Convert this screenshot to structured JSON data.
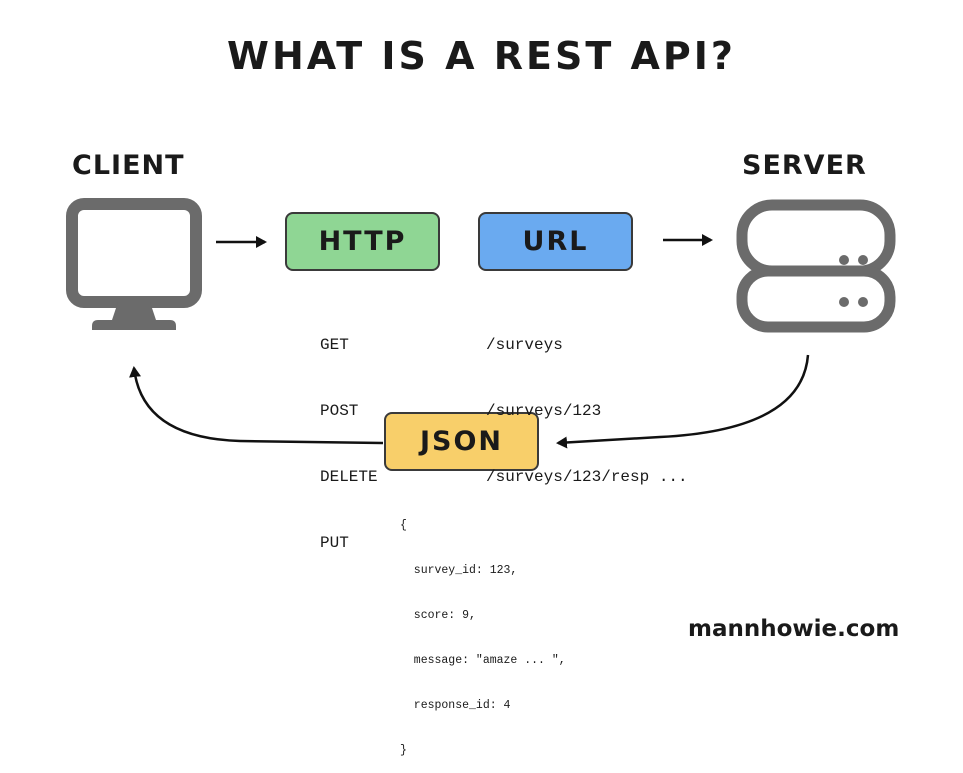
{
  "title": "WHAT IS A REST API?",
  "client": {
    "label": "CLIENT",
    "icon": "monitor-icon"
  },
  "server": {
    "label": "SERVER",
    "icon": "server-icon"
  },
  "http": {
    "label": "HTTP",
    "color": "#8fd694",
    "methods": [
      "GET",
      "POST",
      "DELETE",
      "PUT"
    ]
  },
  "url": {
    "label": "URL",
    "color": "#6aaaf0",
    "paths": [
      "/surveys",
      "/surveys/123",
      "/surveys/123/resp ..."
    ]
  },
  "json": {
    "label": "JSON",
    "color": "#f8cf6a",
    "lines": [
      "{",
      "  survey_id: 123,",
      "  score: 9,",
      "  message: \"amaze ... \",",
      "  response_id: 4",
      "}"
    ]
  },
  "footer": "mannhowie.com"
}
